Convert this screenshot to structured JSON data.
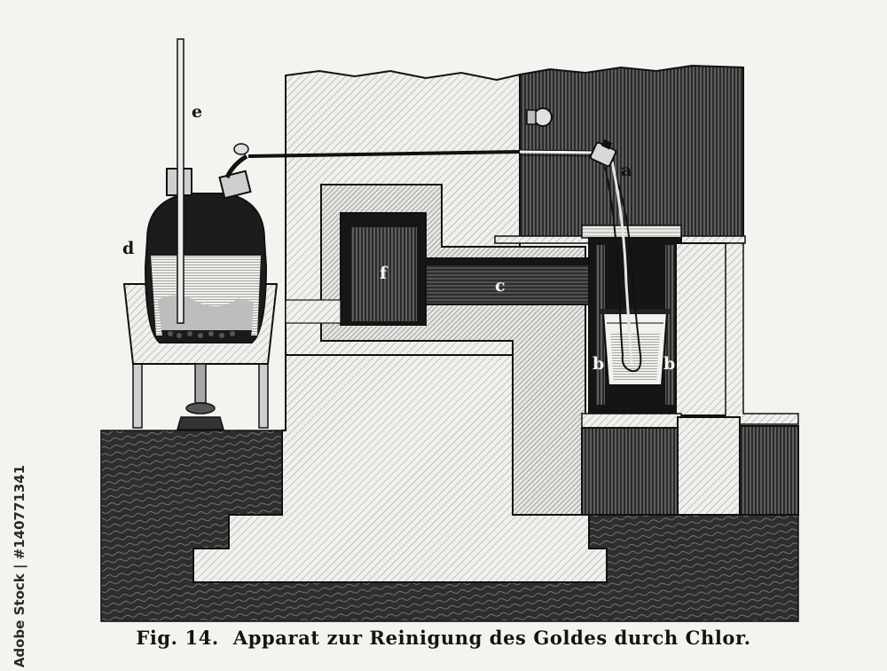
{
  "figure": {
    "labels": {
      "e": "e",
      "d": "d",
      "f": "f",
      "c": "c",
      "a": "a",
      "b": "b"
    },
    "caption_number": "Fig. 14.",
    "caption_text": "Apparat zur Reinigung des Goldes durch Chlor.",
    "watermark": "Adobe Stock | #140771341"
  },
  "colors": {
    "paper": "#f4f3ef",
    "ink": "#141414",
    "hatch": "#6c6c6c"
  }
}
